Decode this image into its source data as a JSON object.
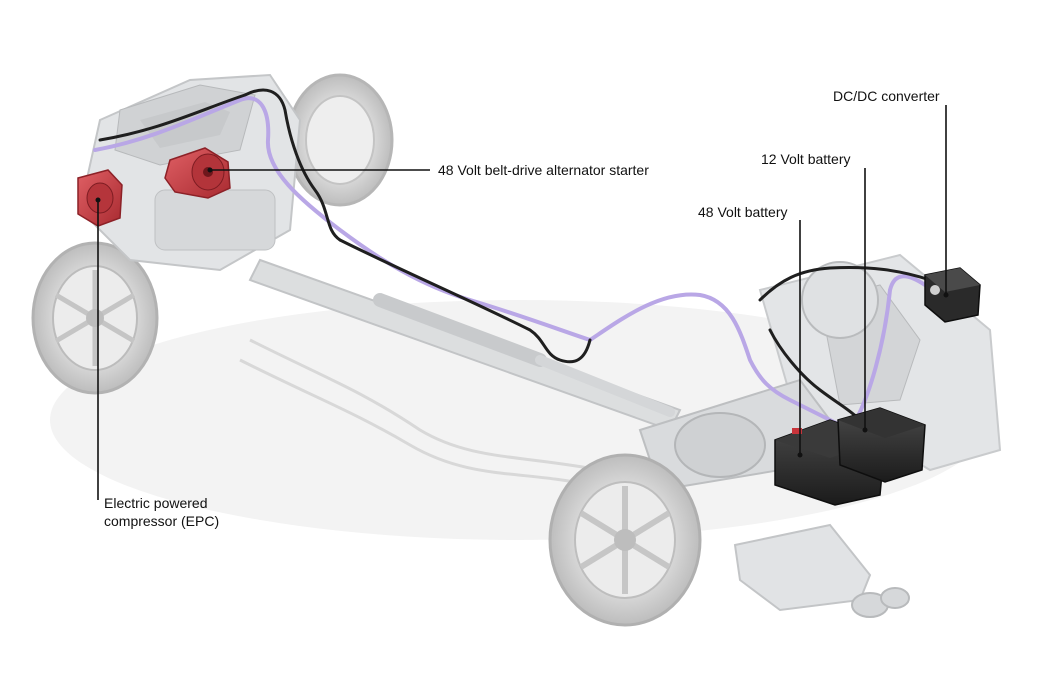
{
  "labels": {
    "dcdc": "DC/DC converter",
    "battery12": "12 Volt battery",
    "battery48": "48 Volt battery",
    "alternator": "48 Volt belt-drive alternator starter",
    "epc_line1": "Electric powered",
    "epc_line2": "compressor (EPC)"
  },
  "colors": {
    "component_highlight": "#c8343b",
    "wiring_48v": "#b9a7e6",
    "harness": "#1f1f1f",
    "chassis": "#d9dbdd",
    "leader_line": "#111111"
  },
  "icons": [
    "wheel-icon",
    "engine-block-icon",
    "battery-icon",
    "converter-icon",
    "exhaust-icon"
  ]
}
